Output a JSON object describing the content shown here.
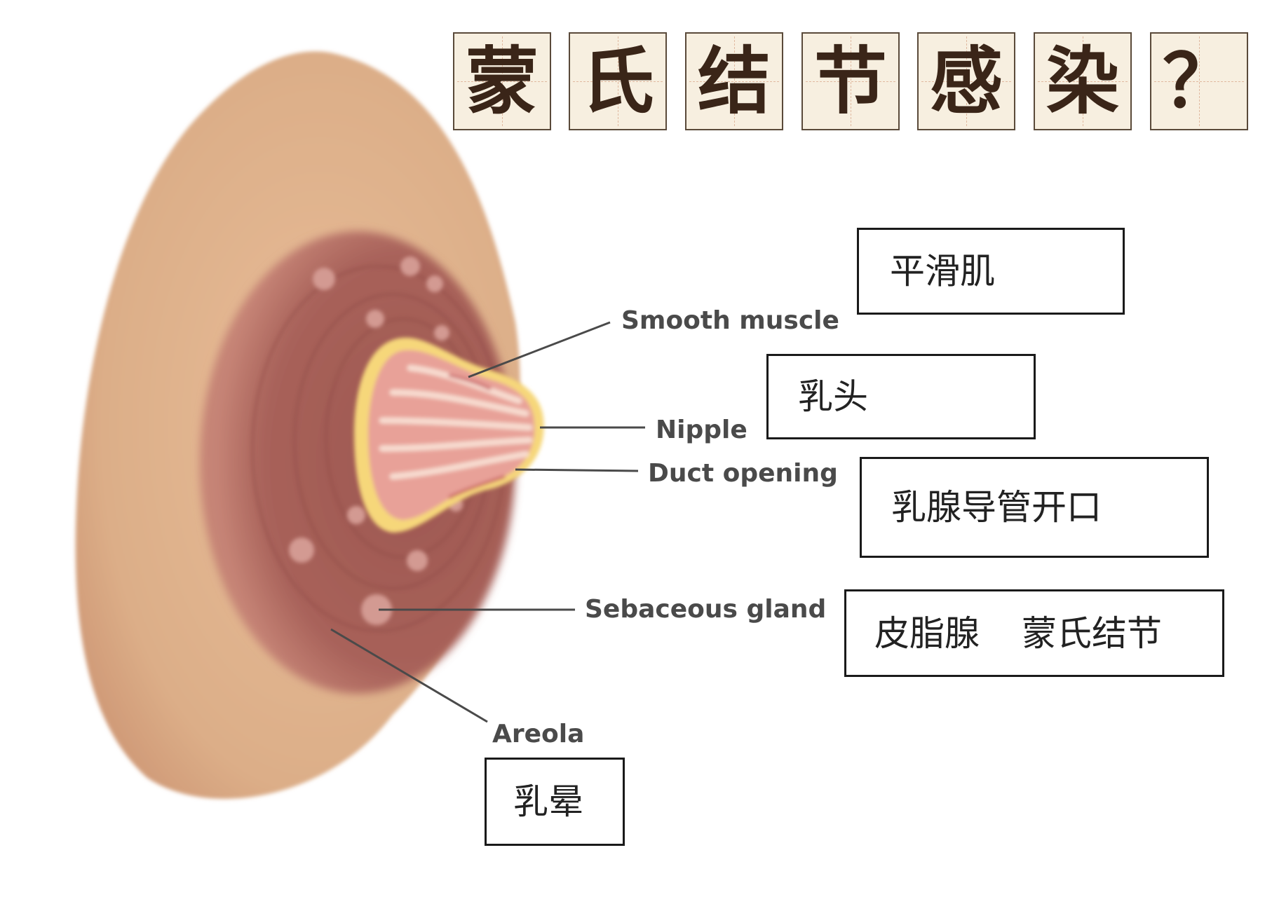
{
  "title": {
    "chars": [
      "蒙",
      "氏",
      "结",
      "节",
      "感",
      "染",
      "？"
    ]
  },
  "labels": {
    "smooth_muscle": "Smooth muscle",
    "nipple": "Nipple",
    "duct_opening": "Duct opening",
    "sebaceous_gland": "Sebaceous gland",
    "areola": "Areola"
  },
  "boxes": {
    "smooth_muscle_cn": "平滑肌",
    "nipple_cn": "乳头",
    "duct_opening_cn": "乳腺导管开口",
    "sebaceous_gland_cn": "皮脂腺",
    "montgomery_cn": "蒙氏结节",
    "areola_cn": "乳晕"
  },
  "colors": {
    "skin": "#e2b48e",
    "areola": "#a8625a",
    "nipple": "#e89a90",
    "fat": "#f6d77a",
    "title_bg": "#f7efe0",
    "title_text": "#3a2518",
    "leader": "#4a4a4a"
  }
}
